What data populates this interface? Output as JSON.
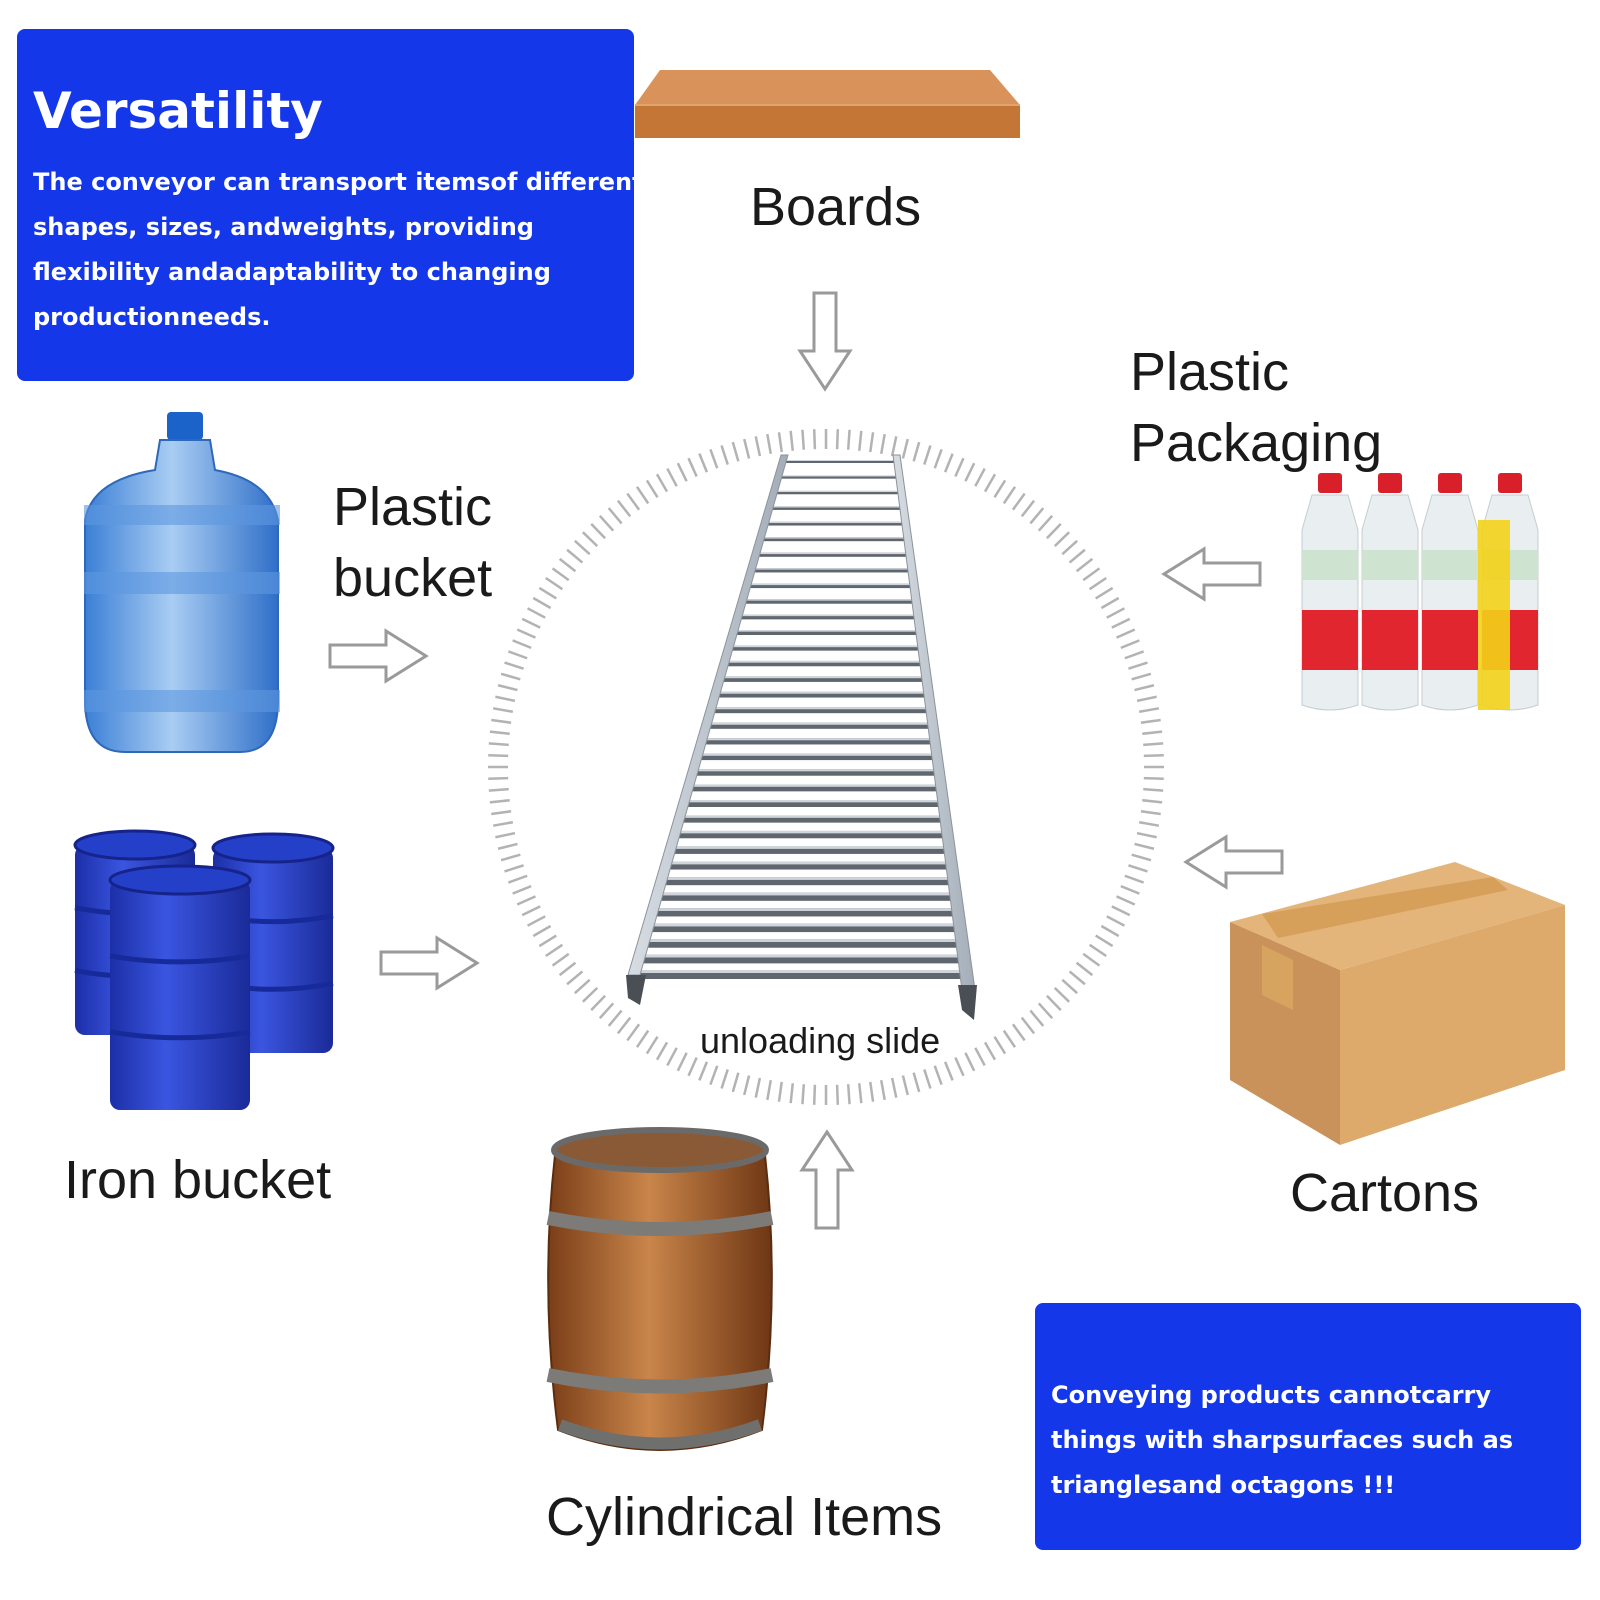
{
  "top_box": {
    "title": "Versatility",
    "text": "The conveyor can transport itemsof different shapes, sizes, andweights, providing flexibility andadaptability to changing productionneeds."
  },
  "bottom_box": {
    "text": "Conveying products cannotcarry things with sharpsurfaces such as trianglesand octagons !!!"
  },
  "center": {
    "caption": "unloading slide"
  },
  "items": {
    "boards": "Boards",
    "plastic_packaging": "Plastic Packaging",
    "plastic_bucket": "Plastic bucket",
    "iron_bucket": "Iron bucket",
    "cylindrical_items": "Cylindrical Items",
    "cartons": "Cartons"
  },
  "colors": {
    "box_blue": "#1437ea",
    "arrow_gray": "#9a9a9a"
  },
  "icons": [
    "board-icon",
    "water-jug-icon",
    "iron-drums-icon",
    "wooden-barrel-icon",
    "bottle-pack-icon",
    "carton-box-icon",
    "arrow-icon",
    "roller-conveyor-icon"
  ]
}
